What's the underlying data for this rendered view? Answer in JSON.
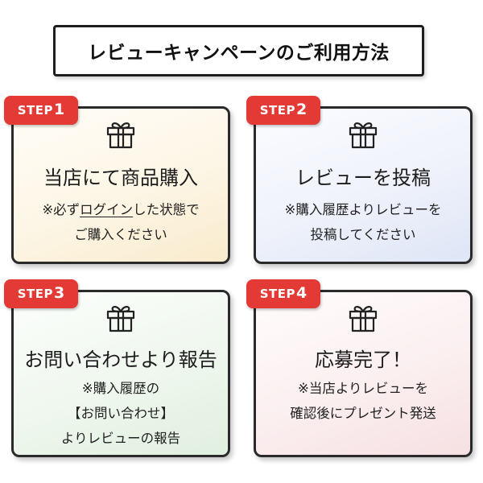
{
  "title": "レビューキャンペーンのご利用方法",
  "steps": [
    {
      "badge_word": "STEP",
      "badge_num": "1",
      "heading": "当店にて商品購入",
      "desc_line1_pre": "※必ず",
      "desc_line1_link": "ログイン",
      "desc_line1_post": "した状態で",
      "desc_line2": "ご購入ください"
    },
    {
      "badge_word": "STEP",
      "badge_num": "2",
      "heading": "レビューを投稿",
      "desc_line1": "※購入履歴よりレビューを",
      "desc_line2": "投稿してください"
    },
    {
      "badge_word": "STEP",
      "badge_num": "3",
      "heading": "お問い合わせより報告",
      "desc_line1": "※購入履歴の",
      "desc_line2": "【お問い合わせ】",
      "desc_line3": "よりレビューの報告"
    },
    {
      "badge_word": "STEP",
      "badge_num": "4",
      "heading": "応募完了！",
      "desc_line1": "※当店よりレビューを",
      "desc_line2": "確認後にプレゼント発送"
    }
  ],
  "icons": {
    "step_icon": "gift-icon"
  },
  "colors": {
    "badge": "#e33a35",
    "border": "#2a2a2a"
  }
}
